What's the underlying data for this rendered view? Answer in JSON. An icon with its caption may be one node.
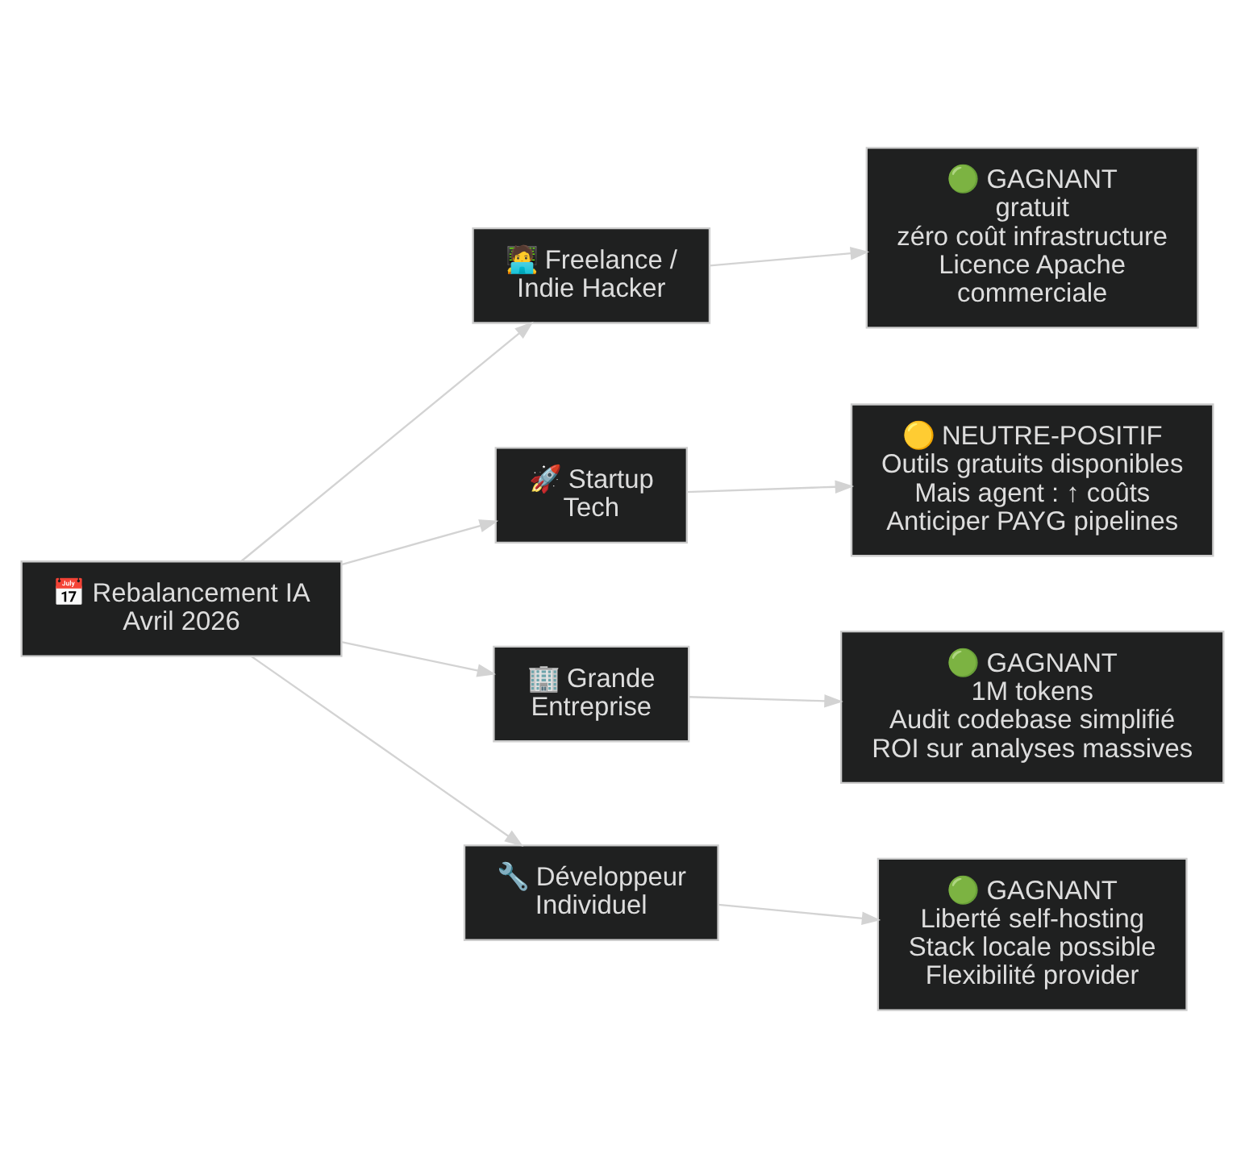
{
  "diagram": {
    "nodes": [
      {
        "text": [
          "📅 Rebalancement IA Avril 2026"
        ]
      },
      {
        "text": [
          "🧑‍💻 Freelance / Indie Hacker"
        ]
      },
      {
        "text": [
          "🟢 GAGNANT",
          "gratuit",
          "zéro coût infrastructure",
          "Licence Apache commerciale"
        ]
      },
      {
        "text": [
          "🚀 Startup Tech"
        ]
      },
      {
        "text": [
          "🟡 NEUTRE-POSITIF",
          "Outils gratuits disponibles",
          "Mais agent : ↑ coûts",
          "Anticiper PAYG pipelines"
        ]
      },
      {
        "text": [
          "🏢 Grande Entreprise"
        ]
      },
      {
        "text": [
          "🟢 GAGNANT",
          "1M tokens",
          "Audit codebase simplifié",
          "ROI sur analyses massives"
        ]
      },
      {
        "text": [
          "🔧 Développeur Individuel"
        ]
      },
      {
        "text": [
          "🟢 GAGNANT",
          "Liberté self-hosting",
          "Stack locale possible",
          "Flexibilité provider"
        ]
      }
    ],
    "edges": [
      {
        "from": 0,
        "to": 1,
        "arrow": "to"
      },
      {
        "from": 0,
        "to": 3,
        "arrow": "to"
      },
      {
        "from": 0,
        "to": 5,
        "arrow": "to"
      },
      {
        "from": 0,
        "to": 7,
        "arrow": "to"
      },
      {
        "from": 1,
        "to": 2,
        "arrow": "to"
      },
      {
        "from": 3,
        "to": 4,
        "arrow": "to"
      },
      {
        "from": 5,
        "to": 6,
        "arrow": "to"
      },
      {
        "from": 7,
        "to": 8,
        "arrow": "to"
      }
    ]
  }
}
